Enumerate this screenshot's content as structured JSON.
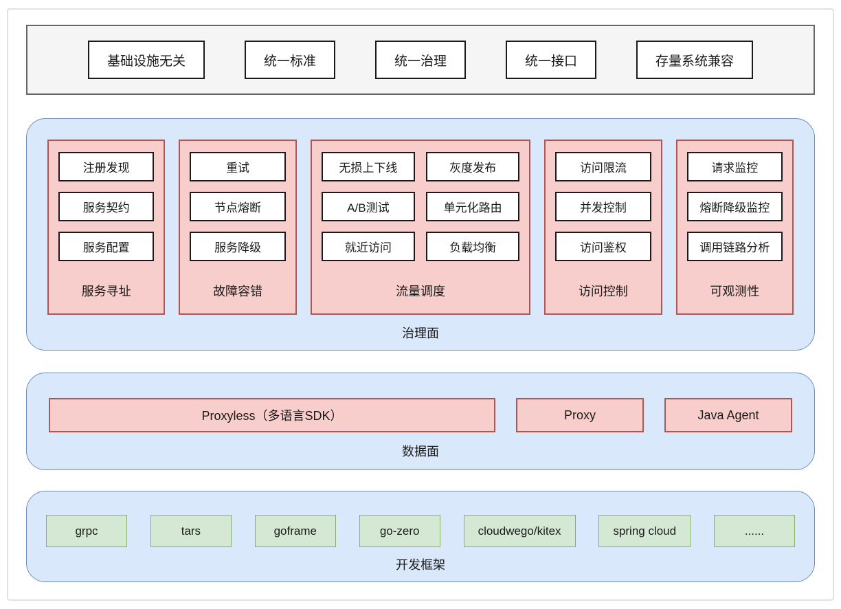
{
  "top_bar": {
    "items": [
      "基础设施无关",
      "统一标准",
      "统一治理",
      "统一接口",
      "存量系统兼容"
    ]
  },
  "governance_plane": {
    "label": "治理面",
    "groups": [
      {
        "name": "服务寻址",
        "columns": 1,
        "items": [
          "注册发现",
          "服务契约",
          "服务配置"
        ]
      },
      {
        "name": "故障容错",
        "columns": 1,
        "items": [
          "重试",
          "节点熔断",
          "服务降级"
        ]
      },
      {
        "name": "流量调度",
        "columns": 2,
        "items": [
          "无损上下线",
          "灰度发布",
          "A/B测试",
          "单元化路由",
          "就近访问",
          "负载均衡"
        ]
      },
      {
        "name": "访问控制",
        "columns": 1,
        "items": [
          "访问限流",
          "并发控制",
          "访问鉴权"
        ]
      },
      {
        "name": "可观测性",
        "columns": 1,
        "items": [
          "请求监控",
          "熔断降级监控",
          "调用链路分析"
        ]
      }
    ]
  },
  "data_plane": {
    "label": "数据面",
    "items": [
      {
        "label": "Proxyless（多语言SDK）",
        "grow": true
      },
      {
        "label": "Proxy",
        "grow": false
      },
      {
        "label": "Java Agent",
        "grow": false
      }
    ]
  },
  "framework_layer": {
    "label": "开发框架",
    "items": [
      "grpc",
      "tars",
      "goframe",
      "go-zero",
      "cloudwego/kitex",
      "spring cloud",
      "......"
    ]
  },
  "colors": {
    "frame_stroke": "#e2e2e2",
    "gray_fill": "#f5f5f5",
    "gray_stroke": "#666666",
    "blue_fill": "#dae8fc",
    "blue_stroke": "#6c8ebf",
    "pink_fill": "#f8cecc",
    "pink_stroke": "#b85450",
    "green_fill": "#d5e8d4",
    "green_stroke": "#82b366"
  }
}
